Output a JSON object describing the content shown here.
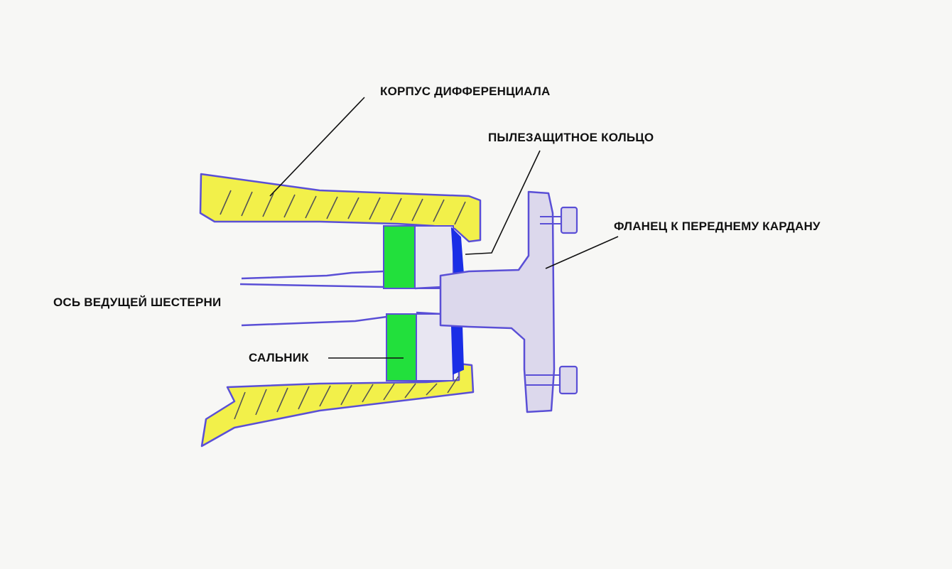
{
  "labels": {
    "housing": "КОРПУС ДИФФЕРЕНЦИАЛА",
    "dust_ring": "ПЫЛЕЗАЩИТНОЕ КОЛЬЦО",
    "flange": "ФЛАНЕЦ К ПЕРЕДНЕМУ КАРДАНУ",
    "shaft": "ОСЬ ВЕДУЩЕЙ ШЕСТЕРНИ",
    "seal": "САЛЬНИК"
  },
  "colors": {
    "housing_fill": "#f2f04a",
    "seal_fill": "#22e03c",
    "ring_fill": "#1a2ee6",
    "flange_fill": "#dcd8ec",
    "outline": "#5a4fd6",
    "leader": "#111111",
    "background": "#f7f7f5"
  }
}
